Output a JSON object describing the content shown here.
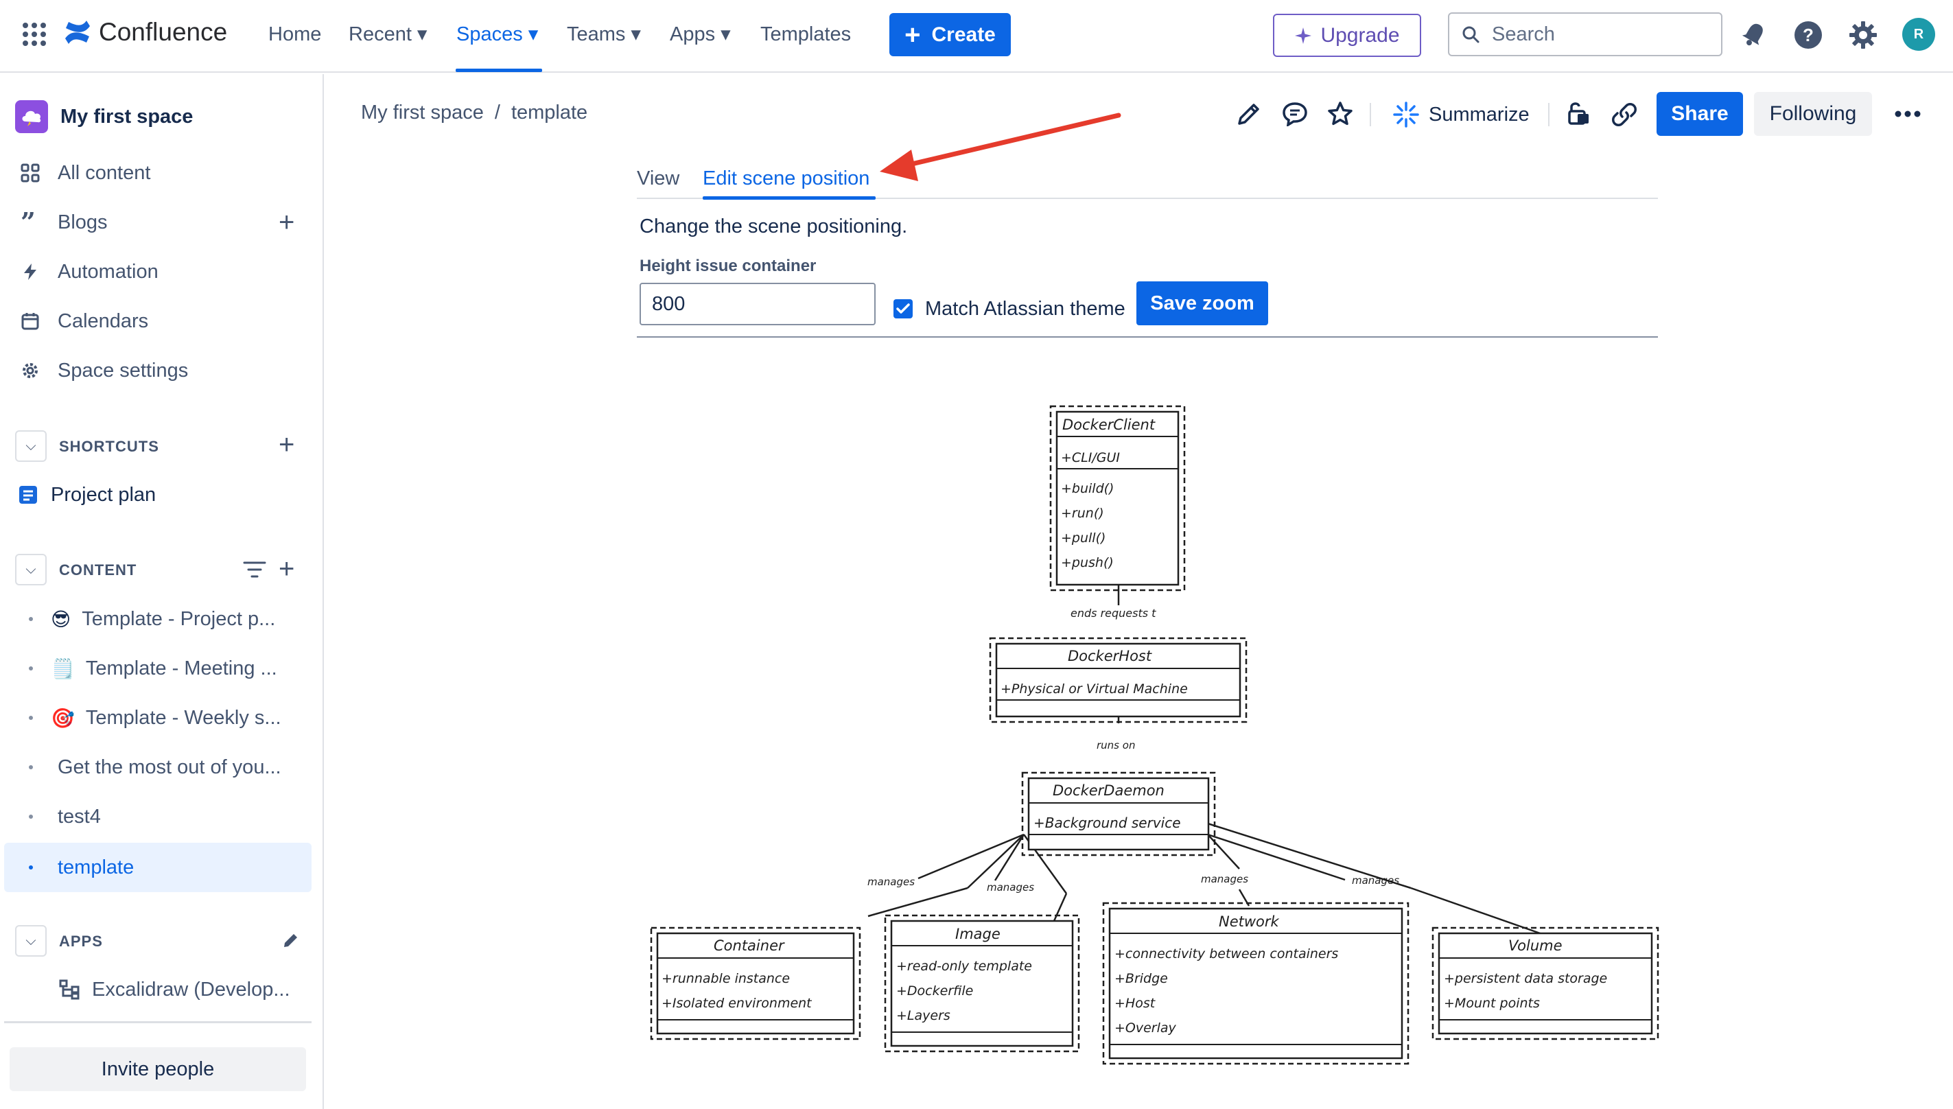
{
  "topnav": {
    "brand": "Confluence",
    "items": [
      "Home",
      "Recent",
      "Spaces",
      "Teams",
      "Apps",
      "Templates"
    ],
    "create_label": "Create",
    "upgrade_label": "Upgrade",
    "search_placeholder": "Search",
    "avatar_initial": "R"
  },
  "sidebar": {
    "space_name": "My first space",
    "nav": [
      "All content",
      "Blogs",
      "Automation",
      "Calendars",
      "Space settings"
    ],
    "shortcuts_heading": "SHORTCUTS",
    "shortcuts": [
      "Project plan"
    ],
    "content_heading": "CONTENT",
    "content_items": [
      {
        "emoji": "😎",
        "label": "Template - Project p..."
      },
      {
        "emoji": "🗒️",
        "label": "Template - Meeting ..."
      },
      {
        "emoji": "🎯",
        "label": "Template - Weekly s..."
      },
      {
        "emoji": "",
        "label": "Get the most out of you..."
      },
      {
        "emoji": "",
        "label": "test4"
      },
      {
        "emoji": "",
        "label": "template"
      }
    ],
    "apps_heading": "APPS",
    "apps": [
      "Excalidraw (Develop..."
    ],
    "invite_label": "Invite people"
  },
  "page": {
    "breadcrumb": [
      "My first space",
      "template"
    ],
    "summarize_label": "Summarize",
    "share_label": "Share",
    "following_label": "Following",
    "tabs": [
      "View",
      "Edit scene position"
    ],
    "description": "Change the scene positioning.",
    "height_label": "Height issue container",
    "height_value": "800",
    "match_theme_label": "Match Atlassian theme",
    "save_zoom_label": "Save zoom"
  },
  "diagram": {
    "classes": [
      {
        "name": "DockerClient",
        "attrs": [
          "+CLI/GUI"
        ],
        "methods": [
          "+build()",
          "+run()",
          "+pull()",
          "+push()"
        ]
      },
      {
        "name": "DockerHost",
        "attrs": [
          "+Physical or Virtual Machine"
        ],
        "methods": []
      },
      {
        "name": "DockerDaemon",
        "attrs": [
          "+Background service"
        ],
        "methods": []
      },
      {
        "name": "Container",
        "attrs": [
          "+runnable instance",
          "+Isolated environment"
        ],
        "methods": []
      },
      {
        "name": "Image",
        "attrs": [
          "+read-only template",
          "+Dockerfile",
          "+Layers"
        ],
        "methods": []
      },
      {
        "name": "Network",
        "attrs": [
          "+connectivity between containers",
          "+Bridge",
          "+Host",
          "+Overlay"
        ],
        "methods": []
      },
      {
        "name": "Volume",
        "attrs": [
          "+persistent data storage",
          "+Mount points"
        ],
        "methods": []
      }
    ],
    "relations": [
      "ends requests t",
      "runs on",
      "manages",
      "manages",
      "manages",
      "manages"
    ]
  },
  "colors": {
    "accent": "#0c66e4",
    "arrow": "#e53b2c",
    "upgrade": "#6e5dc6"
  }
}
